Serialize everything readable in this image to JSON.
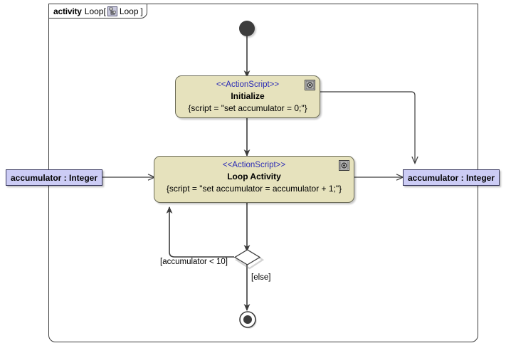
{
  "diagram": {
    "type": "uml-activity-diagram",
    "frame": {
      "keyword": "activity",
      "name": "Loop",
      "bracket_open": "[",
      "icon": "activity-icon",
      "qualifier": "Loop",
      "bracket_close": "]"
    },
    "colors": {
      "action_fill": "#e6e2bd",
      "action_border": "#6b6b57",
      "stereotype_text": "#2a2ab5",
      "object_fill": "#ccccf5",
      "object_border": "#32325a",
      "edge": "#3c3c3c",
      "frame_border": "#3c3c3c",
      "background": "#ffffff"
    },
    "nodes": {
      "initial": {
        "kind": "initial-node"
      },
      "initialize": {
        "kind": "action",
        "stereotype": "<<ActionScript>>",
        "name": "Initialize",
        "script": "{script = \"set accumulator = 0;\"}",
        "badge": "gear-icon"
      },
      "loop_activity": {
        "kind": "action",
        "stereotype": "<<ActionScript>>",
        "name": "Loop Activity",
        "script": "{script = \"set accumulator = accumulator + 1;\"}",
        "badge": "gear-icon"
      },
      "object_in": {
        "kind": "object-node",
        "label": "accumulator : Integer"
      },
      "object_out": {
        "kind": "object-node",
        "label": "accumulator : Integer"
      },
      "decision": {
        "kind": "decision-node"
      },
      "final": {
        "kind": "activity-final-node"
      }
    },
    "edges": [
      {
        "from": "initial",
        "to": "initialize",
        "guard": ""
      },
      {
        "from": "initialize",
        "to": "loop_activity",
        "guard": ""
      },
      {
        "from": "initialize",
        "to": "object_out",
        "guard": ""
      },
      {
        "from": "object_in",
        "to": "loop_activity",
        "guard": ""
      },
      {
        "from": "loop_activity",
        "to": "object_out",
        "guard": ""
      },
      {
        "from": "loop_activity",
        "to": "decision",
        "guard": ""
      },
      {
        "from": "decision",
        "to": "loop_activity",
        "guard": "[accumulator < 10]"
      },
      {
        "from": "decision",
        "to": "final",
        "guard": "[else]"
      }
    ],
    "guards": {
      "loop_back": "[accumulator < 10]",
      "else": "[else]"
    }
  }
}
